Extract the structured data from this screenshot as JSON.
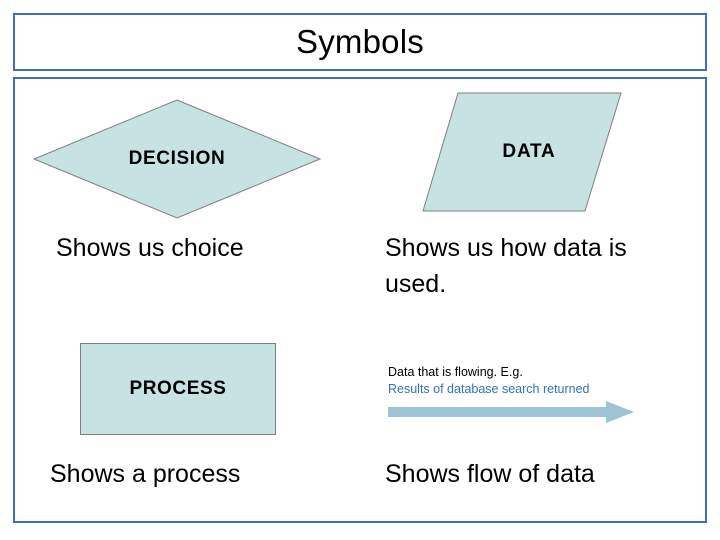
{
  "slide": {
    "title": "Symbols",
    "accent_color": "#3C6FBF",
    "shape_fill": "#C6E2E2",
    "shape_outline": "#7F7F7F",
    "arrow_color": "#9DC3D4",
    "link_text_color": "#2E75B6"
  },
  "symbols": [
    {
      "shape": "diamond",
      "label": "DECISION",
      "caption": "Shows us choice"
    },
    {
      "shape": "parallelogram",
      "label": "DATA",
      "caption": "Shows us how data is used."
    },
    {
      "shape": "rectangle",
      "label": "PROCESS",
      "caption": "Shows a process"
    },
    {
      "shape": "arrow",
      "note_line1": "Data that is flowing.  E.g.",
      "note_line2": "Results of database search returned",
      "caption": "Shows flow of data"
    }
  ]
}
